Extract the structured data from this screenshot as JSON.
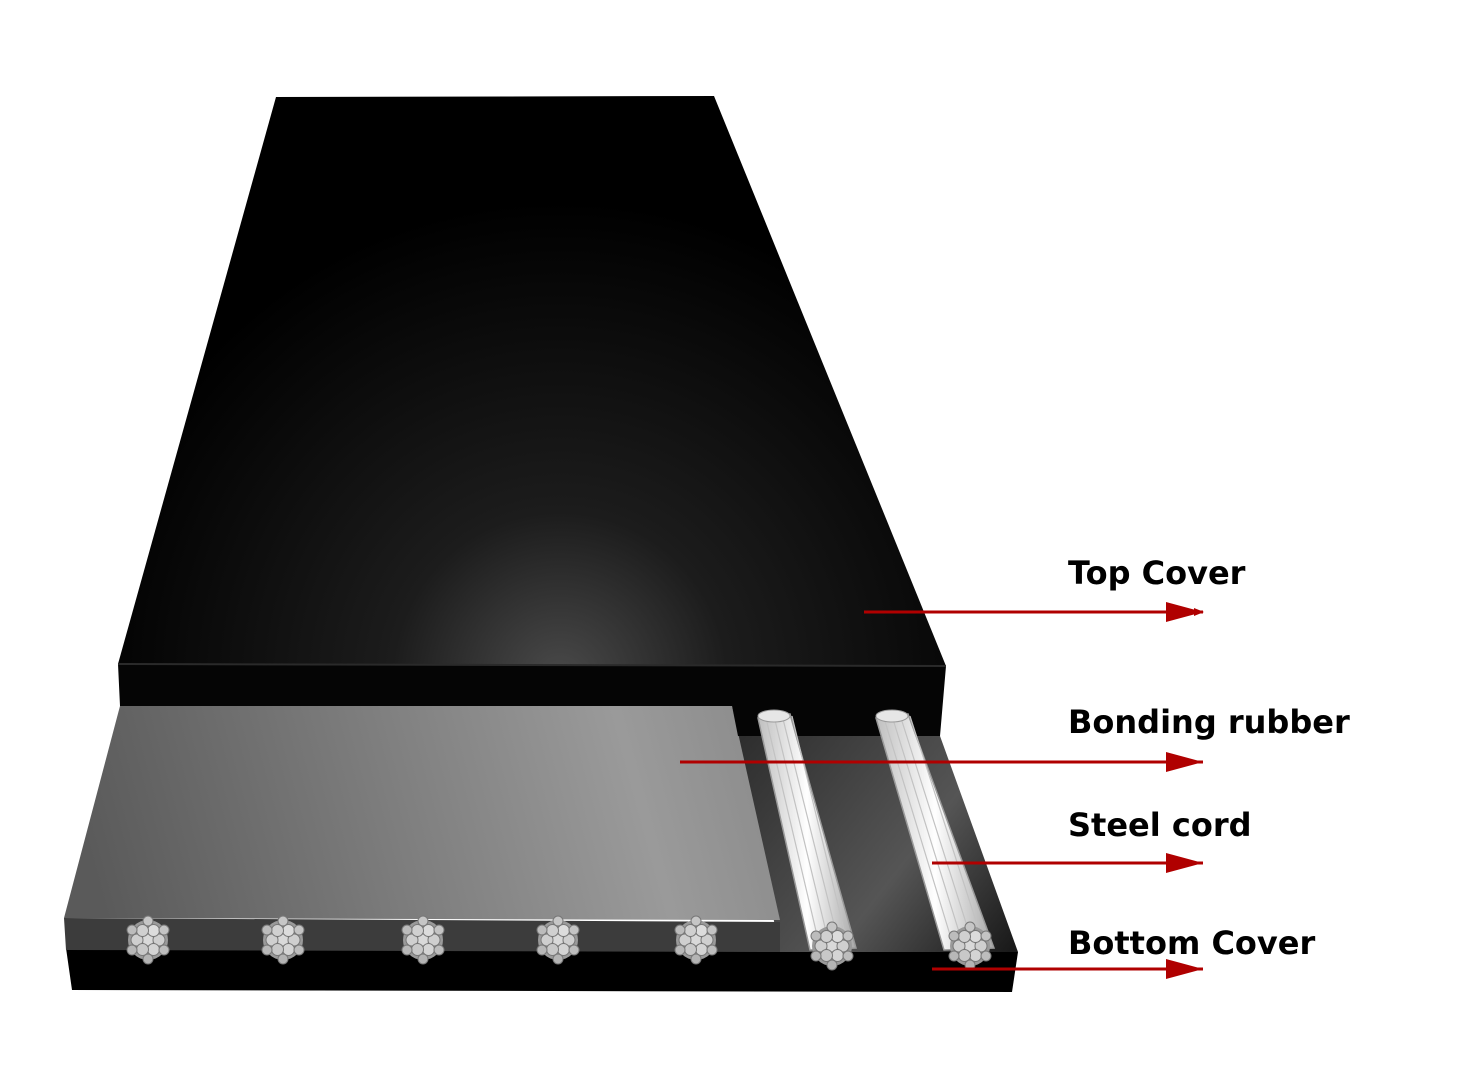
{
  "labels": {
    "top_cover": "Top Cover",
    "bonding_rubber": "Bonding rubber",
    "steel_cord": "Steel cord",
    "bottom_cover": "Bottom Cover"
  },
  "colors": {
    "arrow": "#b00000",
    "rubber_black": "#000000",
    "bonding_gray": "#7a7a7a",
    "steel": "#e8e8e8"
  }
}
